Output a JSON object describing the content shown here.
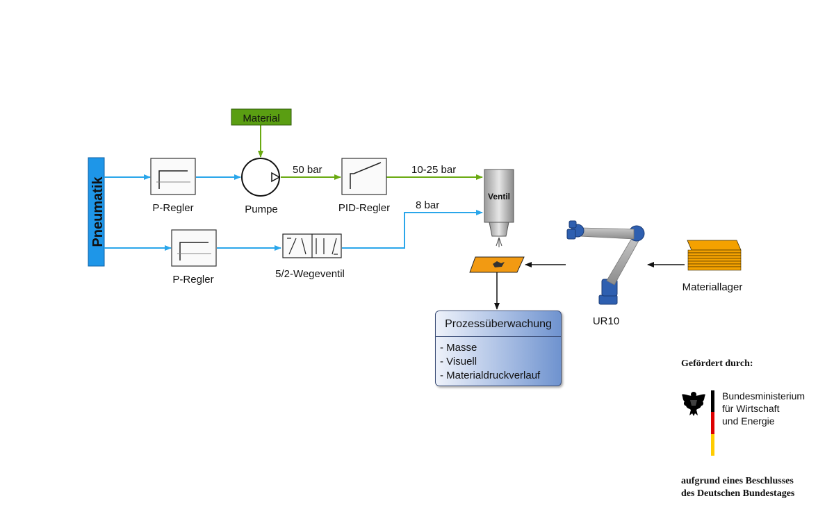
{
  "labels": {
    "pneumatik": "Pneumatik",
    "material": "Material",
    "p_regler_top": "P-Regler",
    "p_regler_bottom": "P-Regler",
    "pumpe": "Pumpe",
    "pid_regler": "PID-Regler",
    "wegeventil": "5/2-Wegeventil",
    "ventil": "Ventil",
    "pressure_50": "50 bar",
    "pressure_10_25": "10-25 bar",
    "pressure_8": "8 bar",
    "robot": "UR10",
    "materiallager": "Materiallager"
  },
  "monitoring": {
    "title": "Prozessüberwachung",
    "items": [
      "- Masse",
      "- Visuell",
      "- Materialdruckverlauf"
    ]
  },
  "funding": {
    "heading": "Gefördert durch:",
    "ministry_lines": [
      "Bundesministerium",
      "für Wirtschaft",
      "und Energie"
    ],
    "decision_lines": [
      "aufgrund eines Beschlusses",
      "des Deutschen Bundestages"
    ]
  },
  "colors": {
    "pneumatic_line": "#2aa6ea",
    "material_line": "#6aaa12",
    "material_box": "#5a9e12",
    "pneumatik_bar": "#1e96e8",
    "platform": "#f29a12",
    "storage": "#f4a100",
    "robot_joint": "#2e5fb0",
    "flag_black": "#000000",
    "flag_red": "#dd0000",
    "flag_gold": "#ffcc00"
  },
  "icons": [
    "p-controller-icon",
    "pump-icon",
    "pid-controller-icon",
    "directional-valve-icon",
    "valve-nozzle-icon",
    "robot-arm-icon",
    "material-stack-icon",
    "federal-eagle-icon"
  ]
}
